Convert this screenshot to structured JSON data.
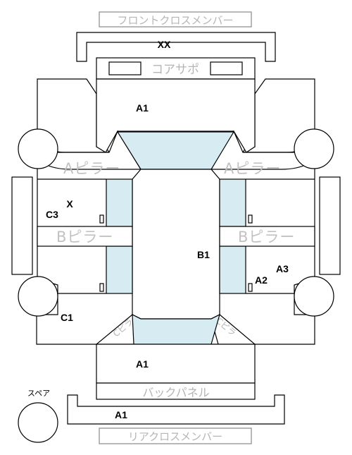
{
  "panels": {
    "front_cross_member": "フロントクロスメンバー",
    "core_support": "コアサポ",
    "a_pillar_left": "Aピラー",
    "a_pillar_right": "Aピラー",
    "b_pillar_left": "Bピラー",
    "b_pillar_right": "Bピラー",
    "back_panel": "バックパネル",
    "rear_cross_member": "リアクロスメンバー",
    "c_pillar_left": "Cピラ",
    "c_pillar_right": "Cピラ",
    "spare": "スペア"
  },
  "marks": {
    "front_cross_member": "XX",
    "front": "A1",
    "left_upper": "X",
    "left_middle": "C3",
    "center_right": "B1",
    "right_lower_a": "A3",
    "right_lower_b": "A2",
    "left_lower": "C1",
    "trunk": "A1",
    "rear_cross_member": "A1"
  },
  "colors": {
    "glass": "#d7ecf2",
    "outline": "#000000",
    "label_gray": "#b5b5b5"
  }
}
